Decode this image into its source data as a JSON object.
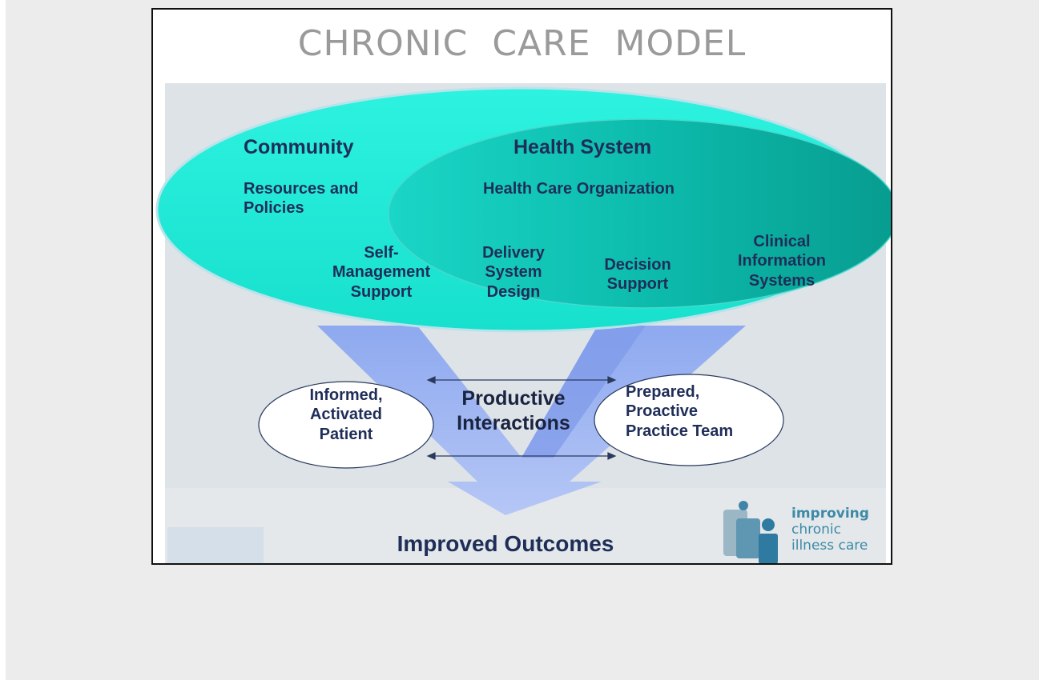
{
  "title": "CHRONIC  CARE  MODEL",
  "community": {
    "heading": "Community",
    "resources": "Resources and\nPolicies"
  },
  "health_system": {
    "heading": "Health System",
    "organization": "Health Care Organization"
  },
  "components": [
    {
      "label": "Self-\nManagement\nSupport"
    },
    {
      "label": "Delivery\nSystem\nDesign"
    },
    {
      "label": "Decision\nSupport"
    },
    {
      "label": "Clinical\nInformation\nSystems"
    }
  ],
  "patient": "Informed,\nActivated\nPatient",
  "interactions": "Productive\nInteractions",
  "team": "Prepared,\nProactive\nPractice Team",
  "outcomes": "Improved Outcomes",
  "logo": {
    "line1": "improving",
    "line2": "chronic",
    "line3": "illness care"
  },
  "colors": {
    "outer_ellipse": "#1cecd9",
    "inner_ellipse": "#08b0a2",
    "arrow": "#a9bdf5",
    "text": "#1f2e58",
    "title": "#9a9a9a",
    "panel": "#dde3e7"
  }
}
